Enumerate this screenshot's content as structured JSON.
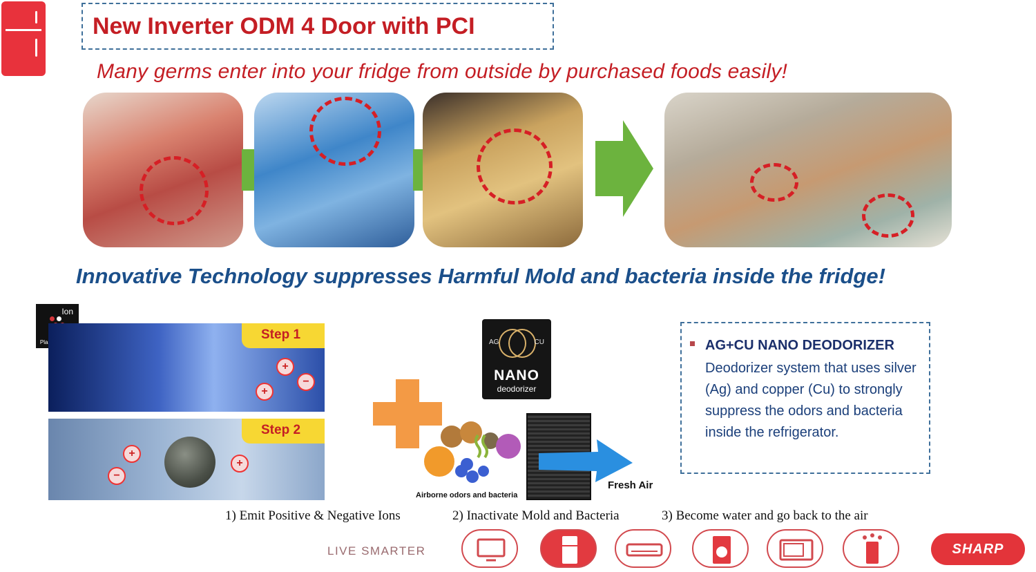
{
  "header": {
    "title": "New Inverter ODM 4 Door with PCI",
    "subtitle": "Many germs enter into your fridge from outside by purchased foods easily!"
  },
  "headline": "Innovative Technology suppresses Harmful  Mold and bacteria inside the fridge!",
  "plasmacluster": {
    "ion_label": "Ion",
    "brand": "Plasmacluster",
    "step1": "Step 1",
    "step2": "Step 2"
  },
  "nano_logo": {
    "ag": "AG",
    "cu": "CU",
    "nano": "NANO",
    "deodorizer": "deodorizer"
  },
  "deodorizer_graphic": {
    "airborne_label": "Airborne odors and bacteria",
    "fresh_air": "Fresh Air"
  },
  "info_box": {
    "title": "AG+CU NANO DEODORIZER",
    "body": "Deodorizer system that uses silver (Ag) and copper (Cu) to strongly suppress the odors and bacteria inside the refrigerator."
  },
  "steps": [
    "1) Emit Positive & Negative Ions",
    "2) Inactivate Mold and Bacteria",
    "3) Become water and go back to the air"
  ],
  "footer": {
    "tagline": "LIVE SMARTER",
    "product_icons": [
      "tv-icon",
      "refrigerator-icon",
      "air-conditioner-icon",
      "washing-machine-icon",
      "microwave-icon",
      "air-purifier-icon"
    ],
    "brand": "SHARP"
  },
  "colors": {
    "title_red": "#c41e24",
    "headline_blue": "#1b4f8a",
    "arrow_green": "#6cb33e",
    "plus_orange": "#f39a45",
    "brand_red": "#e3343a"
  }
}
